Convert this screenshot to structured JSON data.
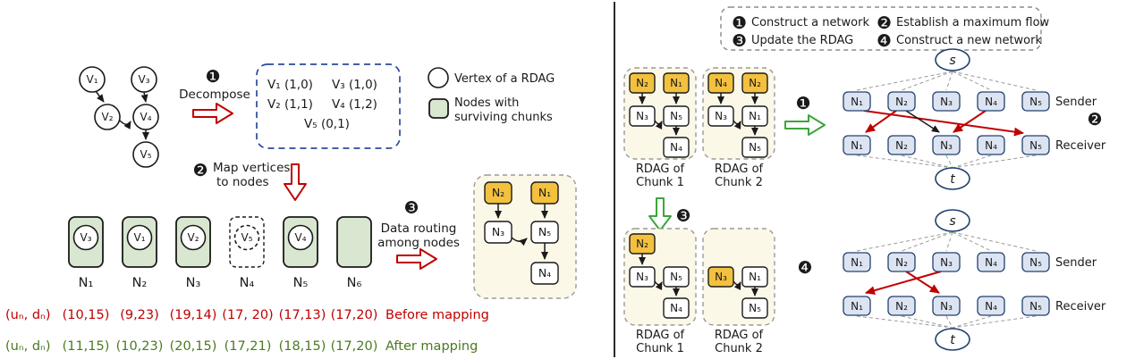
{
  "colors": {
    "red": "#c00000",
    "green-text": "#4a7a1e",
    "arrow-green": "#3aa63a",
    "yellow-node": "#f3c13d",
    "green-node": "#d9e7d0",
    "cream": "#fcf8e8",
    "blue-dash": "#2b4a9b",
    "net-node": "#dce4f2",
    "net-border": "#23406e"
  },
  "left": {
    "dag": {
      "v1": "V₁",
      "v2": "V₂",
      "v3": "V₃",
      "v4": "V₄",
      "v5": "V₅"
    },
    "step1": {
      "num": "❶",
      "label": "Decompose"
    },
    "decompose": {
      "e1": "V₁ (1,0)",
      "e2": "V₃ (1,0)",
      "e3": "V₂ (1,1)",
      "e4": "V₄ (1,2)",
      "e5": "V₅ (0,1)"
    },
    "legend": {
      "vertex": "Vertex of a RDAG",
      "nodes1": "Nodes with",
      "nodes2": "surviving chunks"
    },
    "step2": {
      "num": "❷",
      "line1": "Map vertices",
      "line2": "to nodes"
    },
    "nodes": [
      {
        "label": "N₁",
        "vertex": "V₃"
      },
      {
        "label": "N₂",
        "vertex": "V₁"
      },
      {
        "label": "N₃",
        "vertex": "V₂"
      },
      {
        "label": "N₄",
        "vertex": "V₅"
      },
      {
        "label": "N₅",
        "vertex": "V₄"
      },
      {
        "label": "N₆",
        "vertex": ""
      }
    ],
    "step3": {
      "num": "❸",
      "line1": "Data routing",
      "line2": "among nodes"
    },
    "routing": {
      "n2": "N₂",
      "n1": "N₁",
      "n3": "N₃",
      "n5": "N₅",
      "n4": "N₄"
    },
    "before": {
      "label": "(uₙ, dₙ)",
      "v": [
        "(10,15)",
        "(9,23)",
        "(19,14)",
        "(17, 20)",
        "(17,13)",
        "(17,20)"
      ],
      "caption": "Before mapping"
    },
    "after": {
      "label": "(uₙ, dₙ)",
      "v": [
        "(11,15)",
        "(10,23)",
        "(20,15)",
        "(17,21)",
        "(18,15)",
        "(17,20)"
      ],
      "caption": "After mapping"
    }
  },
  "right": {
    "legend": [
      {
        "num": "❶",
        "label": "Construct a network"
      },
      {
        "num": "❷",
        "label": "Establish a maximum flow"
      },
      {
        "num": "❸",
        "label": "Update the RDAG"
      },
      {
        "num": "❹",
        "label": "Construct a new network"
      }
    ],
    "steps": {
      "s1": "❶",
      "s2": "❷",
      "s3": "❸",
      "s4": "❹"
    },
    "rdagA": {
      "caption1": "RDAG of",
      "caption2": "Chunk 1",
      "n2": "N₂",
      "n1": "N₁",
      "n3": "N₃",
      "n5": "N₅",
      "n4": "N₄"
    },
    "rdagB": {
      "caption1": "RDAG of",
      "caption2": "Chunk 2",
      "n4": "N₄",
      "n2": "N₂",
      "n3": "N₃",
      "n1": "N₁",
      "n5": "N₅"
    },
    "rdagC": {
      "caption1": "RDAG of",
      "caption2": "Chunk 1",
      "n2": "N₂",
      "n3": "N₃",
      "n5": "N₅",
      "n4": "N₄"
    },
    "rdagD": {
      "caption1": "RDAG of",
      "caption2": "Chunk 2",
      "n3": "N₃",
      "n1": "N₁",
      "n5": "N₅"
    },
    "net1": {
      "s": "s",
      "t": "t",
      "senders": [
        "N₁",
        "N₂",
        "N₃",
        "N₄",
        "N₅"
      ],
      "receivers": [
        "N₁",
        "N₂",
        "N₃",
        "N₄",
        "N₅"
      ],
      "sender_label": "Sender",
      "receiver_label": "Receiver"
    },
    "net2": {
      "s": "s",
      "t": "t",
      "senders": [
        "N₁",
        "N₂",
        "N₃",
        "N₄",
        "N₅"
      ],
      "receivers": [
        "N₁",
        "N₂",
        "N₃",
        "N₄",
        "N₅"
      ],
      "sender_label": "Sender",
      "receiver_label": "Receiver"
    }
  }
}
